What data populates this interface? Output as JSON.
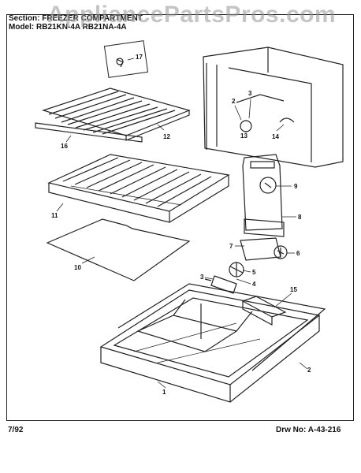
{
  "watermark": "AppliancePartsPros.com",
  "header": {
    "section_line": "Section: FREEZER COMPARTMENT",
    "model_line": "Model: RB21KN-4A   RB21NA-4A"
  },
  "footer": {
    "date": "7/92",
    "drawing_number": "Drw No: A-43-216"
  },
  "callouts": {
    "c1": "1",
    "c2": "2",
    "c3": "3",
    "c4": "4",
    "c5": "5",
    "c6": "6",
    "c7": "7",
    "c8": "8",
    "c9": "9",
    "c10": "10",
    "c11": "11",
    "c12": "12",
    "c13": "13",
    "c14": "14",
    "c15": "15",
    "c16": "16",
    "c17": "17"
  },
  "colors": {
    "ink": "#222222",
    "paper": "#ffffff",
    "watermark": "#969696"
  }
}
